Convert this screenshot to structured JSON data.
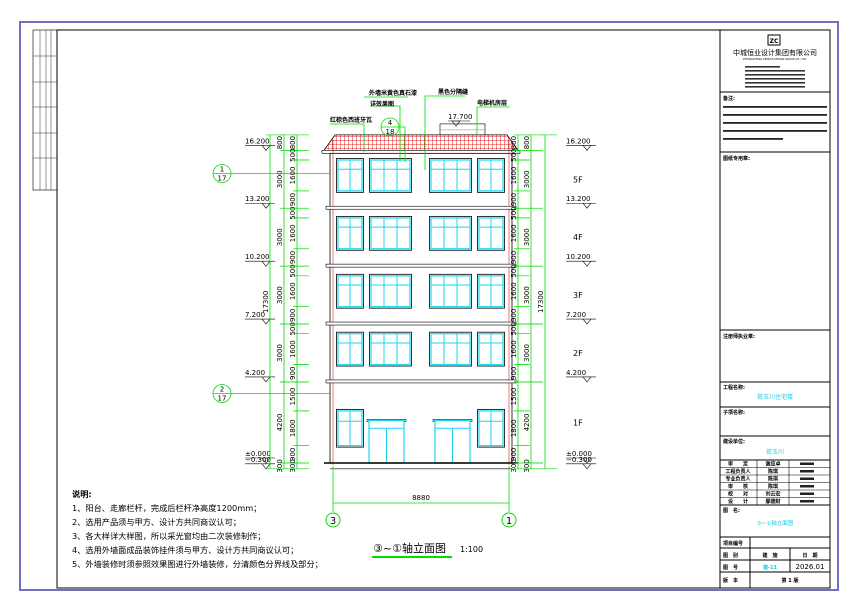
{
  "title_block": {
    "logo_text": "ZC",
    "company": "中城恒业设计集团有限公司",
    "company_en": "ZHONGCHENG HENGYE DESIGN GROUP CO., LTD.",
    "notes_label": "备注:",
    "seal_label": "图纸专用章:",
    "registered_seal_label": "注册师执业章:",
    "project_name_label": "工程名称:",
    "project_name": "荷玉川住宅楼",
    "sub_item_label": "子项名称:",
    "client_label": "建设单位:",
    "client": "荷玉川",
    "signatures": [
      {
        "role": "审　　定",
        "name": "谢应卓"
      },
      {
        "role": "工程负责人",
        "name": "陈琪"
      },
      {
        "role": "专业负责人",
        "name": "陈琪"
      },
      {
        "role": "审　　核",
        "name": "陈琪"
      },
      {
        "role": "校　　对",
        "name": "刘云宏"
      },
      {
        "role": "设　　计",
        "name": "鄢德财"
      }
    ],
    "drawing_name_label": "图　名:",
    "drawing_name": "③~①轴立面图",
    "project_no_label": "项目编号",
    "category_label": "图　别",
    "category": "建　施",
    "date_label": "日　期",
    "drawing_no_label": "图　号",
    "drawing_no": "建-11",
    "date": "2026.01",
    "version_label": "版　本",
    "version": "第 1 版"
  },
  "drawing": {
    "title": "③~①轴立面图",
    "scale": "1:100",
    "callouts": {
      "wall_paint": "外墙米黄色真石漆",
      "detail_ref": "详效果图",
      "roof_tile": "红棕色西班牙瓦",
      "divider": "黑色分隔缝",
      "elevator_room": "电梯机房层"
    },
    "elevator_level": "17.700",
    "detail_markers": [
      {
        "num": "4",
        "sheet": "18"
      },
      {
        "num": "2",
        "sheet": "17"
      },
      {
        "num": "1",
        "sheet": "17"
      }
    ],
    "levels": [
      "16.200",
      "13.200",
      "10.200",
      "7.200",
      "4.200",
      "±0.000",
      "−0.300"
    ],
    "floors": [
      "5F",
      "4F",
      "3F",
      "2F",
      "1F"
    ],
    "dim_total_height": "17300",
    "dim_floor": "3000",
    "dim_floor1": "4200",
    "dim_parapet": "800",
    "dim_base": "300",
    "dim_sub_upper": [
      "500",
      "1600",
      "900"
    ],
    "dim_sub_ground": [
      "1500",
      "1800",
      "900"
    ],
    "dim_total_width": "8880",
    "axes": [
      "3",
      "1"
    ]
  },
  "notes": {
    "heading": "说明:",
    "items": [
      "1、阳台、走廊栏杆，完成后栏杆净高度1200mm；",
      "2、选用产品须与甲方、设计方共同商议认可；",
      "3、各大样详大样图，所以采光窗均由二次装修制作；",
      "4、选用外墙面成品装饰挂件须与甲方、设计方共同商议认可；",
      "5、外墙装修时须参照效果图进行外墙装修，分清颜色分界线及部分；"
    ]
  }
}
